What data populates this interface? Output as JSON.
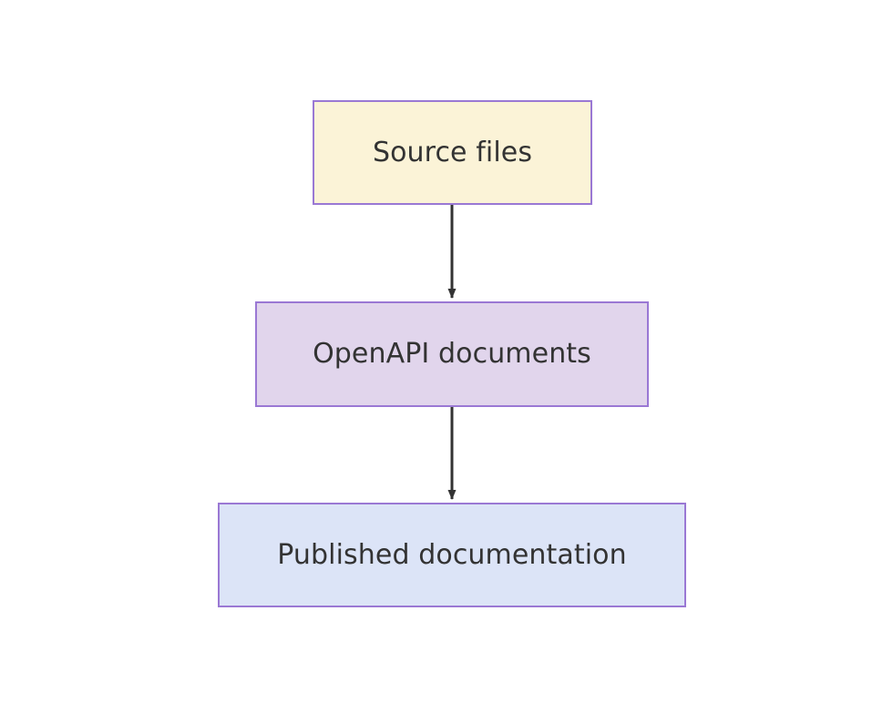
{
  "diagram": {
    "type": "flowchart",
    "direction": "top-to-bottom",
    "background_color": "#ffffff",
    "nodes": [
      {
        "id": "source-files",
        "label": "Source files",
        "fill_color": "#fbf3d7",
        "border_color": "#9a78d4",
        "text_color": "#333333"
      },
      {
        "id": "openapi-documents",
        "label": "OpenAPI documents",
        "fill_color": "#e1d5ec",
        "border_color": "#9a78d4",
        "text_color": "#333333"
      },
      {
        "id": "published-documentation",
        "label": "Published documentation",
        "fill_color": "#dce4f7",
        "border_color": "#9a78d4",
        "text_color": "#333333"
      }
    ],
    "edges": [
      {
        "id": "edge-source-to-openapi",
        "from": "source-files",
        "to": "openapi-documents",
        "label": "",
        "arrowhead": "solid-triangle",
        "color": "#333333"
      },
      {
        "id": "edge-openapi-to-published",
        "from": "openapi-documents",
        "to": "published-documentation",
        "label": "",
        "arrowhead": "solid-triangle",
        "color": "#333333"
      }
    ]
  }
}
